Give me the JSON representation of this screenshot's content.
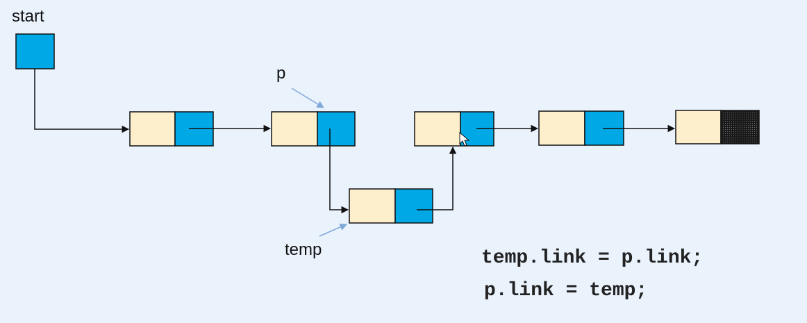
{
  "labels": {
    "start": "start",
    "p": "p",
    "temp": "temp"
  },
  "code": {
    "line1": "temp.link = p.link;",
    "line2": "p.link = temp;"
  },
  "colors": {
    "background": "#eaf2fc",
    "data_field": "#fdeecc",
    "link_field": "#00a9e6",
    "null_link": "#333333",
    "pointer_arrow": "#7fa8d8",
    "line": "#111111"
  },
  "diagram": {
    "nodes": [
      "start-pointer",
      "node-1",
      "node-p",
      "node-3",
      "node-4",
      "node-last-null",
      "node-temp"
    ],
    "icons": [
      "cursor-icon"
    ]
  }
}
